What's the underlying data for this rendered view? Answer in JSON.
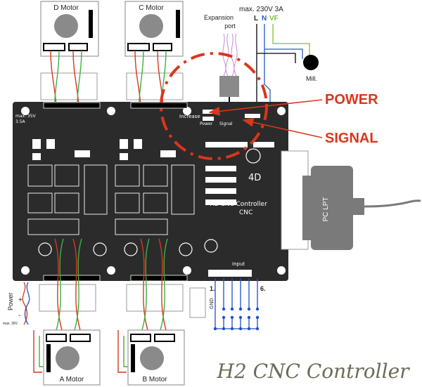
{
  "motors": {
    "d": "D Motor",
    "c": "C Motor",
    "a": "A Motor",
    "b": "B Motor"
  },
  "expansion_port": [
    "Expansion",
    "port"
  ],
  "mains": {
    "rating": "max. 230V 3A",
    "l": "L",
    "n": "N",
    "vf": "VF",
    "mill": "Mill."
  },
  "callouts": {
    "power": "POWER",
    "signal": "SIGNAL"
  },
  "board": {
    "code": "4D",
    "name_line1": "H2 CNC Controller",
    "name_line2": "CNC",
    "increase": "Increase",
    "power_silk": "Power",
    "signal_silk": "Signal",
    "input": "Input",
    "max_left": "max. 35V",
    "max_left2": "3.5A"
  },
  "lpt": "PC LPT",
  "inputs": {
    "first": "1.",
    "last": "6.",
    "gnd": "GND"
  },
  "supply": {
    "label": "Power",
    "plus": "+",
    "minus": "-",
    "max": "max. 36V"
  },
  "footer_title": "H2 CNC Controller",
  "colors": {
    "board": "#2b2b2b",
    "callout": "#d9361c",
    "wire_red": "#d9361c",
    "wire_green": "#3cb043",
    "wire_blue": "#1f4fc9",
    "mains_green": "#7fbf3f",
    "mains_blue": "#2a57c8",
    "lpt": "#7a7a7a",
    "title": "#6b6b58"
  }
}
